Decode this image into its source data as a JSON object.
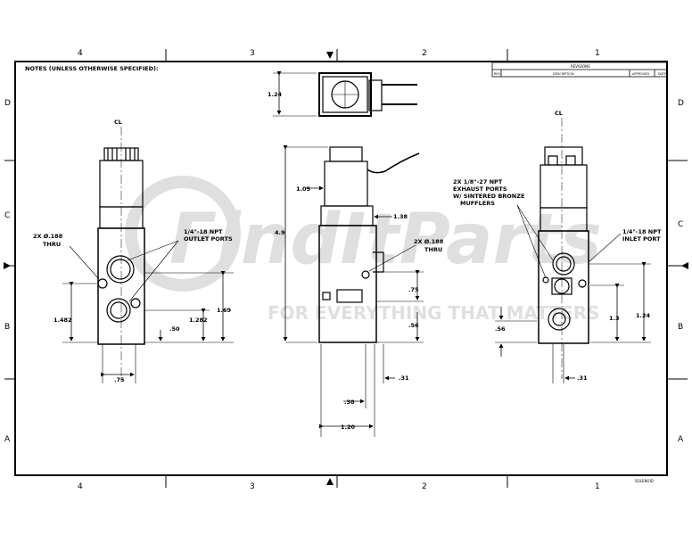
{
  "notes_header": "NOTES (UNLESS OTHERWISE SPECIFIED):",
  "title_block": {
    "header": "REVISIONS",
    "col1": "REV",
    "col2": "DESCRIPTION",
    "col3": "APPROVED",
    "col4": "DATE"
  },
  "grid": {
    "cols": [
      "4",
      "3",
      "2",
      "1"
    ],
    "rows": [
      "D",
      "C",
      "B",
      "A"
    ]
  },
  "centerline": "CL",
  "left_view": {
    "holes_note_1": "2X Ø.188",
    "holes_note_2": "THRU",
    "outlet_note_1": "1/4\"-18 NPT",
    "outlet_note_2": "OUTLET PORTS",
    "dim_1": "1.482",
    "dim_2": "1.282",
    "dim_3": "1.69",
    "dim_4": ".50",
    "dim_5": ".75"
  },
  "center_view": {
    "dim_top": "1.24",
    "dim_1": "1.05",
    "dim_2": "1.38",
    "dim_height": "4.9",
    "holes_note_1": "2X Ø.188",
    "holes_note_2": "THRU",
    "dim_3": ".75",
    "dim_4": ".56",
    "dim_5": ".31",
    "dim_6": ".38",
    "dim_7": "1.20"
  },
  "right_view": {
    "exhaust_note_1": "2X 1/8\"-27 NPT",
    "exhaust_note_2": "EXHAUST PORTS",
    "exhaust_note_3": "W/ SINTERED BRONZE",
    "exhaust_note_4": "MUFFLERS",
    "inlet_note_1": "1/4\"-18 NPT",
    "inlet_note_2": "INLET PORT",
    "dim_1": "1.24",
    "dim_2": "1.3",
    "dim_3": ".56",
    "dim_4": ".31"
  },
  "watermark_1": "FindItParts",
  "watermark_2": "FOR EVERYTHING THAT MATTERS",
  "drawing_number": "SOLENOID"
}
